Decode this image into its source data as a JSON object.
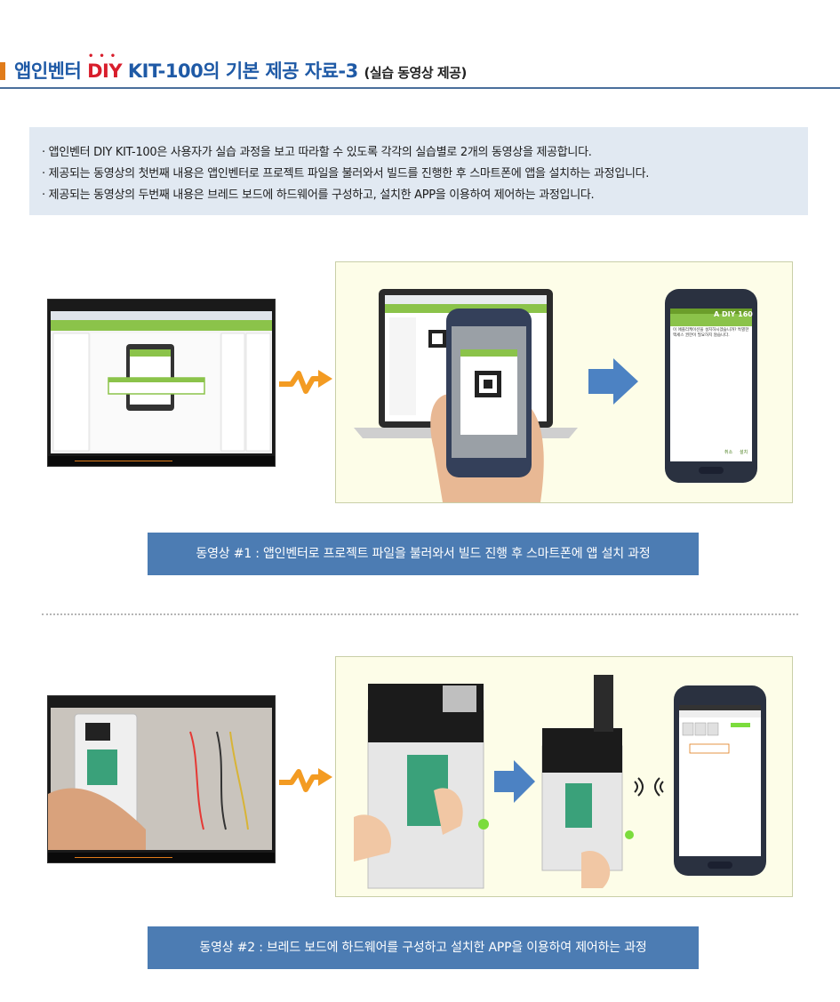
{
  "header": {
    "title_prefix": "앱인벤터 ",
    "title_diy": "DIY",
    "title_suffix": " KIT-100의 기본 제공 자료-3 ",
    "title_sub": "(실습 동영상 제공)"
  },
  "info": {
    "lines": [
      "· 앱인벤터 DIY KIT-100은 사용자가 실습 과정을 보고 따라할 수 있도록 각각의 실습별로 2개의 동영상을 제공합니다.",
      "· 제공되는 동영상의 첫번째 내용은 앱인벤터로 프로젝트 파일을 불러와서 빌드를 진행한 후 스마트폰에 앱을 설치하는 과정입니다.",
      "· 제공되는 동영상의 두번째 내용은 브레드 보드에 하드웨어를 구성하고, 설치한 APP을 이용하여 제어하는 과정입니다."
    ]
  },
  "video1": {
    "caption": "동영상 #1 : 앱인벤터로 프로젝트 파일을 불러와서 빌드 진행 후 스마트폰에 앱 설치 과정",
    "phone_title": "A DIY 160",
    "phone_msg": "이 애플리케이션을 설치하시겠습니까? 특별한 액세스 권한이 필요하지 않습니다.",
    "btn_cancel": "취소",
    "btn_install": "설치"
  },
  "video2": {
    "caption": "동영상 #2 : 브레드 보드에 하드웨어를 구성하고 설치한 APP을 이용하여 제어하는 과정"
  },
  "colors": {
    "accent": "#1f5aa6",
    "caption_bg": "#4c7cb3",
    "info_bg": "#e1e9f2",
    "orange": "#e07b1a"
  }
}
